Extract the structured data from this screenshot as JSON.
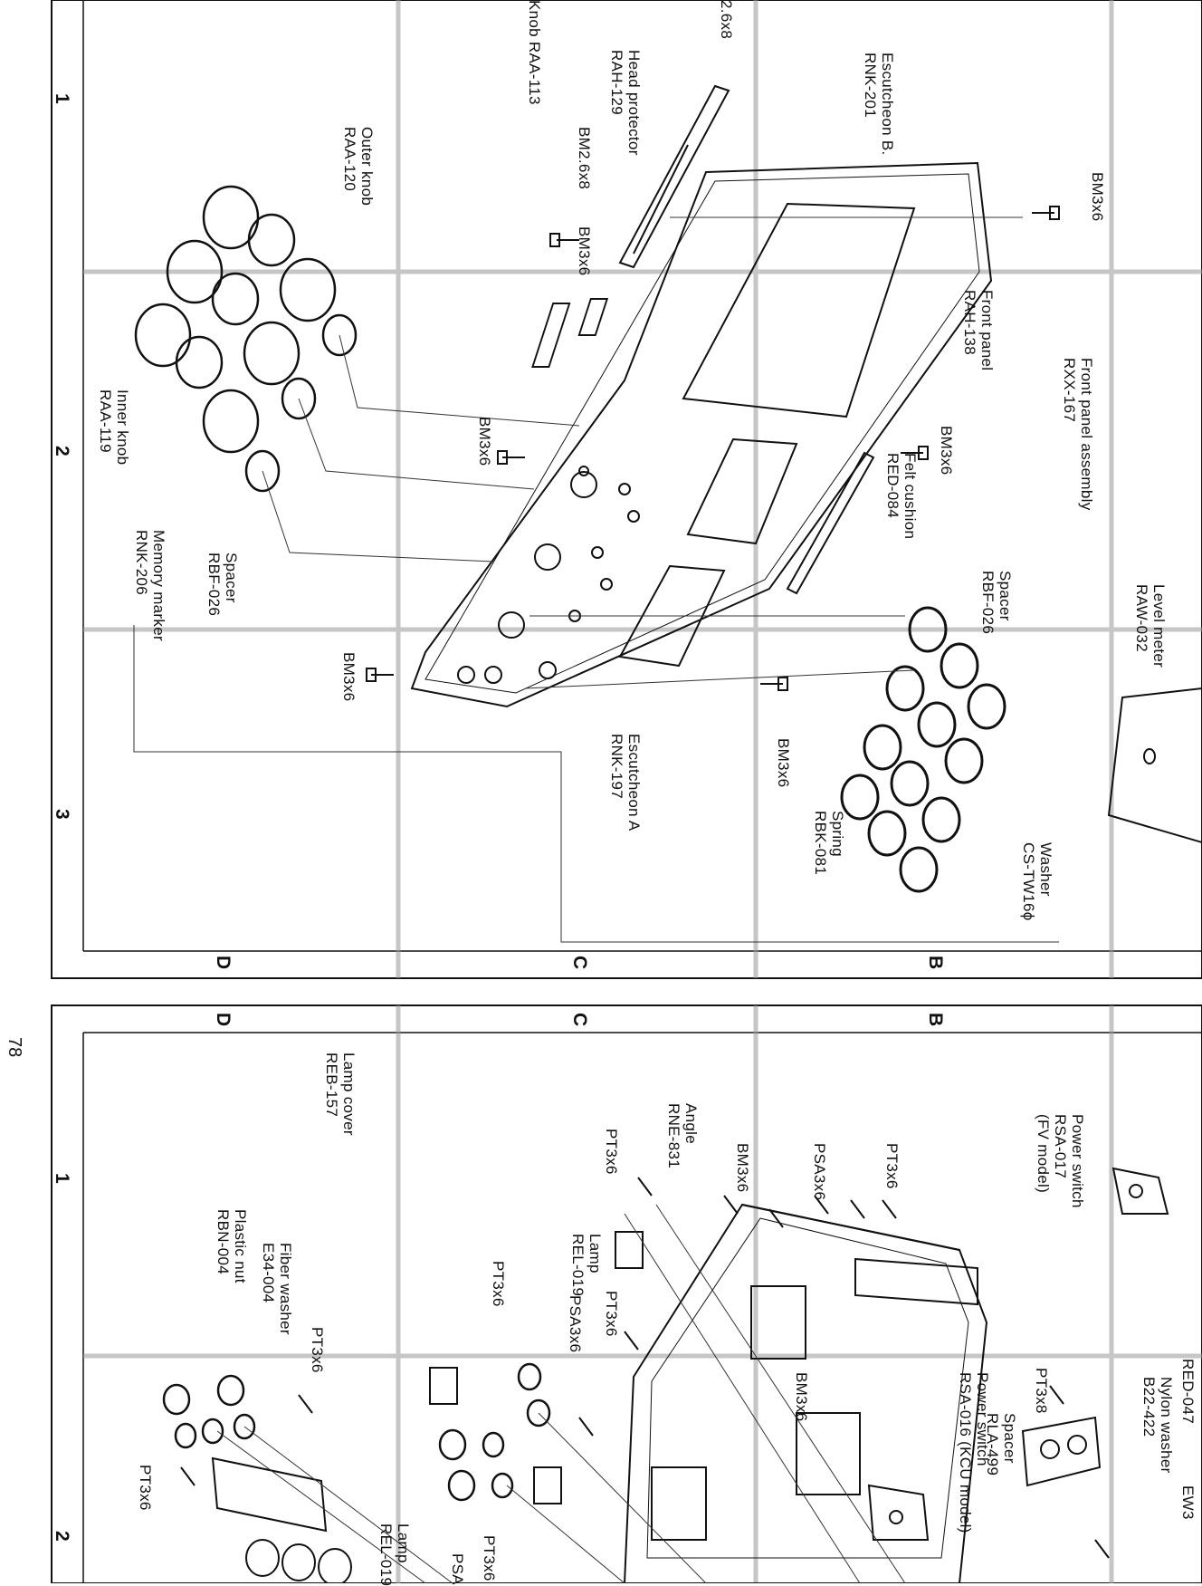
{
  "page": {
    "number": "78"
  },
  "grid": {
    "rows_top": [
      "1",
      "2",
      "3"
    ],
    "rows_bottom": [
      "1",
      "2"
    ],
    "cols_top": [
      "D",
      "C",
      "B"
    ],
    "cols_bottom": [
      "D",
      "C",
      "B"
    ]
  },
  "labels": {
    "screw_26x8_top": "2.6x8",
    "knob_raa113": "Knob RAA-113",
    "head_protector": "Head protector\nRAH-129",
    "escutcheon_b": "Escutcheon B.\nRNK-201",
    "bm26x8": "BM2.6x8",
    "bm3x6_a": "BM3x6",
    "bm3x6_top_right": "BM3x6",
    "outer_knob": "Outer knob\nRAA-120",
    "front_panel": "Front panel\nRAH-138",
    "front_panel_assembly": "Front panel assembly\nRXX-167",
    "bm3x6_b": "BM3x6",
    "bm3x6_c": "BM3x6",
    "felt_cushion": "Felt cushion\nRED-084",
    "inner_knob": "Inner knob\nRAA-119",
    "spacer_left": "Spacer\nRBF-026",
    "memory_marker": "Memory marker\nRNK-206",
    "spacer_right": "Spacer\nRBF-026",
    "level_meter": "Level meter\nRAW-032",
    "bm3x6_d": "BM3x6",
    "bm3x6_e": "BM3x6",
    "escutcheon_a": "Escutcheon A\nRNK-197",
    "spring": "Spring\nRBK-081",
    "washer": "Washer\nCS-TW16ϕ",
    "power_switch_fv": "Power switch\nRSA-017\n(FV model)",
    "pt3x6_a": "PT3x6",
    "psa3x6_a": "PSA3x6",
    "bm3x6_f": "BM3x6",
    "angle": "Angle\nRNE-831",
    "pt3x6_b": "PT3x6",
    "lamp_cover": "Lamp cover\nREB-157",
    "lamp_a": "Lamp\nREL-019",
    "psa3x6_b": "PSA3x6",
    "pt3x6_c": "PT3x6",
    "pt3x6_d": "PT3x6",
    "fiber_washer": "Fiber washer\nE34-004",
    "plastic_nut": "Plastic nut\nRBN-004",
    "pt3x6_e": "PT3x6",
    "pt3x6_f": "PT3x6",
    "bm3x6_g": "BM3x6",
    "power_switch_kcu": "Power switch\nRSA-016 (KCU model)",
    "pt3x8": "PT3x8",
    "spacer_rla": "Spacer\nRLA-499",
    "red047": "RED-047",
    "nylon_washer": "Nylon washer\nB22-422",
    "ew3": "EW3",
    "lamp_b": "Lamp\nREL-019",
    "pt3x6_g": "PT3x6",
    "psa_cut": "PSA"
  }
}
